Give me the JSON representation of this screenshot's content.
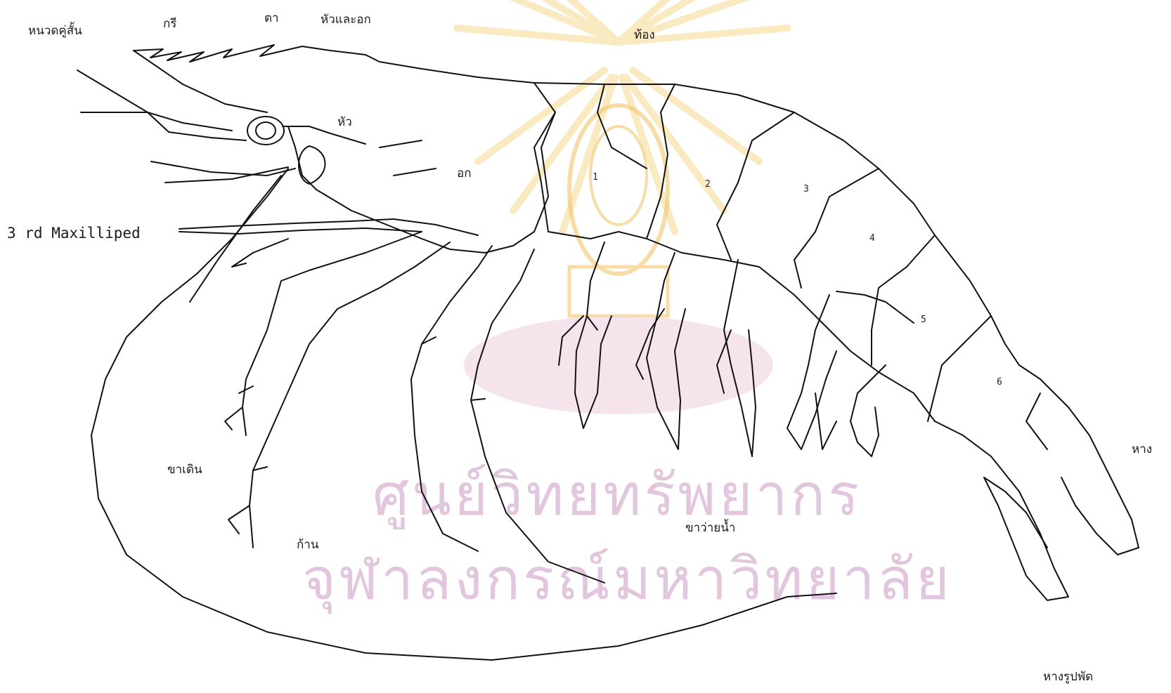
{
  "watermark": {
    "line1": "ศูนย์วิทยทรัพยากร",
    "line2": "จุฬาลงกรณ์มหาวิทยาลัย",
    "text_color": "#d9b3d3",
    "emblem_color": "#f5d27a"
  },
  "labels": {
    "antennule": "หนวดคู่สั้น",
    "rostrum": "กรี",
    "eye": "ตา",
    "cephalothorax": "หัวและอก",
    "abdomen": "ท้อง",
    "head": "หัว",
    "thorax": "อก",
    "maxilliped": "3 rd Maxilliped",
    "walking_legs": "ขาเดิน",
    "stalk": "ก้าน",
    "swimmerets": "ขาว่ายน้ำ",
    "tail": "หาง",
    "tail_fan": "หางรูปพัด"
  },
  "segments": [
    "1",
    "2",
    "3",
    "4",
    "5",
    "6"
  ]
}
